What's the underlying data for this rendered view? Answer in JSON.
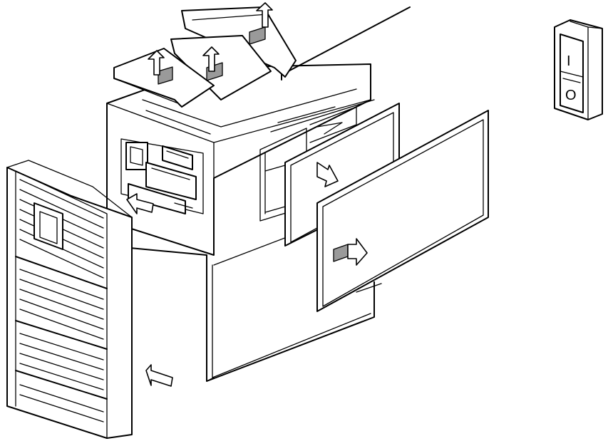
{
  "figure": {
    "kind": "exploded-view",
    "parts": [
      "front-bezel",
      "top-cover-panels",
      "side-door-panels",
      "drive-bay-cage",
      "power-switch"
    ]
  },
  "power_switch": {
    "on_glyph": "I",
    "off_glyph": "O"
  },
  "colors": {
    "line": "#000000",
    "background": "#ffffff",
    "shaded_arrow": "#9a9a9a"
  }
}
